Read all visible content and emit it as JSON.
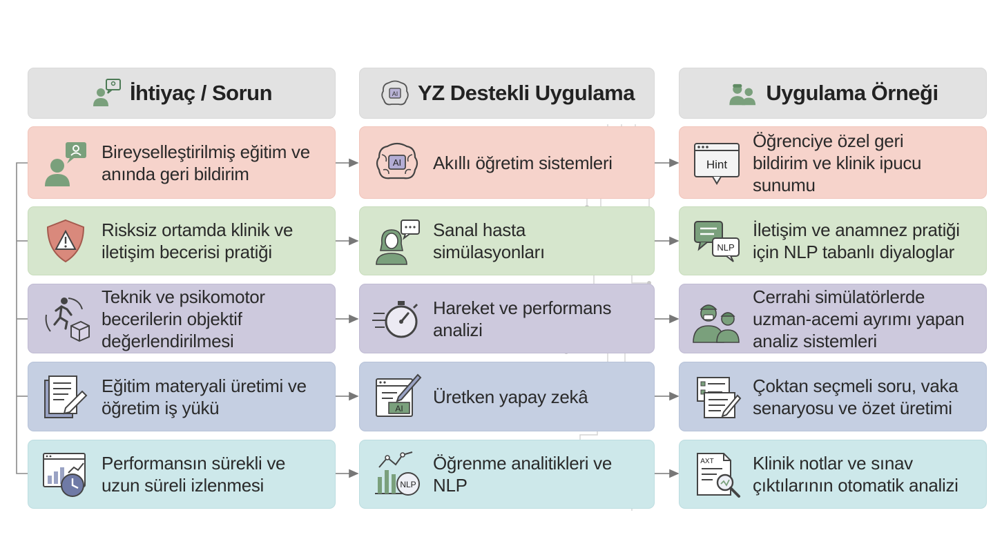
{
  "headers": {
    "need": "İhtiyaç / Sorun",
    "ai": "YZ Destekli Uygulama",
    "example": "Uygulama Örneği"
  },
  "rows": [
    {
      "need": "Bireyselleştirilmiş eğitim ve\nanında geri bildirim",
      "ai": "Akıllı öğretim sistemleri",
      "example": "Öğrenciye özel geri\nbildirim ve klinik ipucu\nsunumu"
    },
    {
      "need": "Risksiz ortamda klinik ve\niletişim becerisi pratiği",
      "ai": "Sanal hasta\nsimülasyonları",
      "example": "İletişim ve anamnez pratiği\niçin NLP tabanlı diyaloglar"
    },
    {
      "need": "Teknik ve psikomotor\nbecerilerin objektif\ndeğerlendirilmesi",
      "ai": "Hareket ve performans\nanalizi",
      "example": "Cerrahi simülatörlerde\nuzman-acemi ayrımı yapan\nanaliz sistemleri"
    },
    {
      "need": "Eğitim materyali üretimi ve\nöğretim iş yükü",
      "ai": "Üretken yapay zekâ",
      "example": "Çoktan seçmeli soru, vaka\nsenaryosu ve özet üretimi"
    },
    {
      "need": "Performansın sürekli ve\nuzun süreli izlenmesi",
      "ai": "Öğrenme analitikleri ve\nNLP",
      "example": "Klinik notlar ve sınav\nçıktılarının otomatik analizi"
    }
  ],
  "icon_labels": {
    "ai_chip": "AI",
    "hint": "Hint",
    "nlp": "NLP",
    "axt": "AXT"
  },
  "icons": {
    "header_need": "person-chat-icon",
    "header_ai": "ai-brain-icon",
    "header_example": "surgeons-icon",
    "need": [
      "person-chat-icon",
      "warning-shield-icon",
      "runner-cube-icon",
      "document-pen-icon",
      "chart-clock-icon"
    ],
    "ai": [
      "ai-brain-icon",
      "virtual-patient-icon",
      "stopwatch-icon",
      "ai-paintbrush-icon",
      "analytics-nlp-icon"
    ],
    "example": [
      "hint-window-icon",
      "nlp-dialog-icon",
      "surgeons-icon",
      "quiz-documents-icon",
      "report-magnifier-icon"
    ]
  },
  "colors": {
    "row_backgrounds": [
      "#f6d3cb",
      "#d6e6cd",
      "#cdc9dd",
      "#c5cfe2",
      "#cde8ea"
    ],
    "header_background": "#e2e2e2",
    "icon_green": "#7aa07c",
    "icon_dark": "#3a3a3a",
    "arrow": "#777777"
  }
}
